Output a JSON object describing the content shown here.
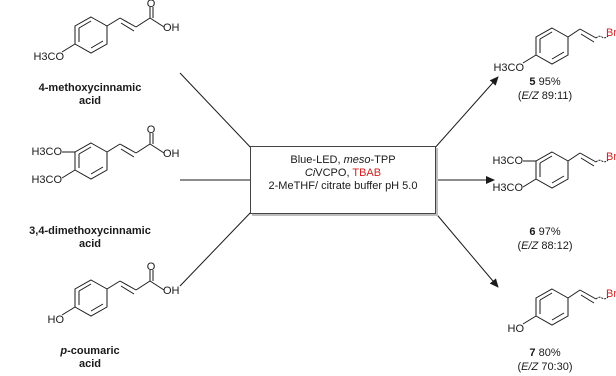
{
  "reactants": [
    {
      "substituents": [
        "H3CO"
      ],
      "name_line1": "4-methoxycinnamic",
      "name_line2": "acid"
    },
    {
      "substituents": [
        "H3CO",
        "H3CO"
      ],
      "name_line1": "3,4-dimethoxycinnamic",
      "name_line2": "acid"
    },
    {
      "substituents": [
        "HO"
      ],
      "name_line1_prefix": "p",
      "name_line1": "-coumaric",
      "name_line2": "acid"
    }
  ],
  "acid_labels": {
    "O": "O",
    "OH": "OH"
  },
  "conditions": {
    "line1_a": "Blue-LED, ",
    "line1_b": "meso",
    "line1_c": "-TPP",
    "line2_a": "Ci",
    "line2_b": "VCPO, ",
    "line2_c": "TBAB",
    "line3": "2-MeTHF/ citrate buffer pH 5.0"
  },
  "products": [
    {
      "substituents": [
        "H3CO"
      ],
      "halogen": "Br",
      "number": "5",
      "yield": "95%",
      "ratio_open": "(",
      "ratio_label": "E/Z",
      "ratio": " 89:11)"
    },
    {
      "substituents": [
        "H3CO",
        "H3CO"
      ],
      "halogen": "Br",
      "number": "6",
      "yield": "97%",
      "ratio_open": "(",
      "ratio_label": "E/Z",
      "ratio": " 88:12)"
    },
    {
      "substituents": [
        "HO"
      ],
      "halogen": "Br",
      "number": "7",
      "yield": "80%",
      "ratio_open": "(",
      "ratio_label": "E/Z",
      "ratio": " 70:30)"
    }
  ],
  "colors": {
    "ink": "#1a1a1a",
    "accent_red": "#d11f1f"
  }
}
